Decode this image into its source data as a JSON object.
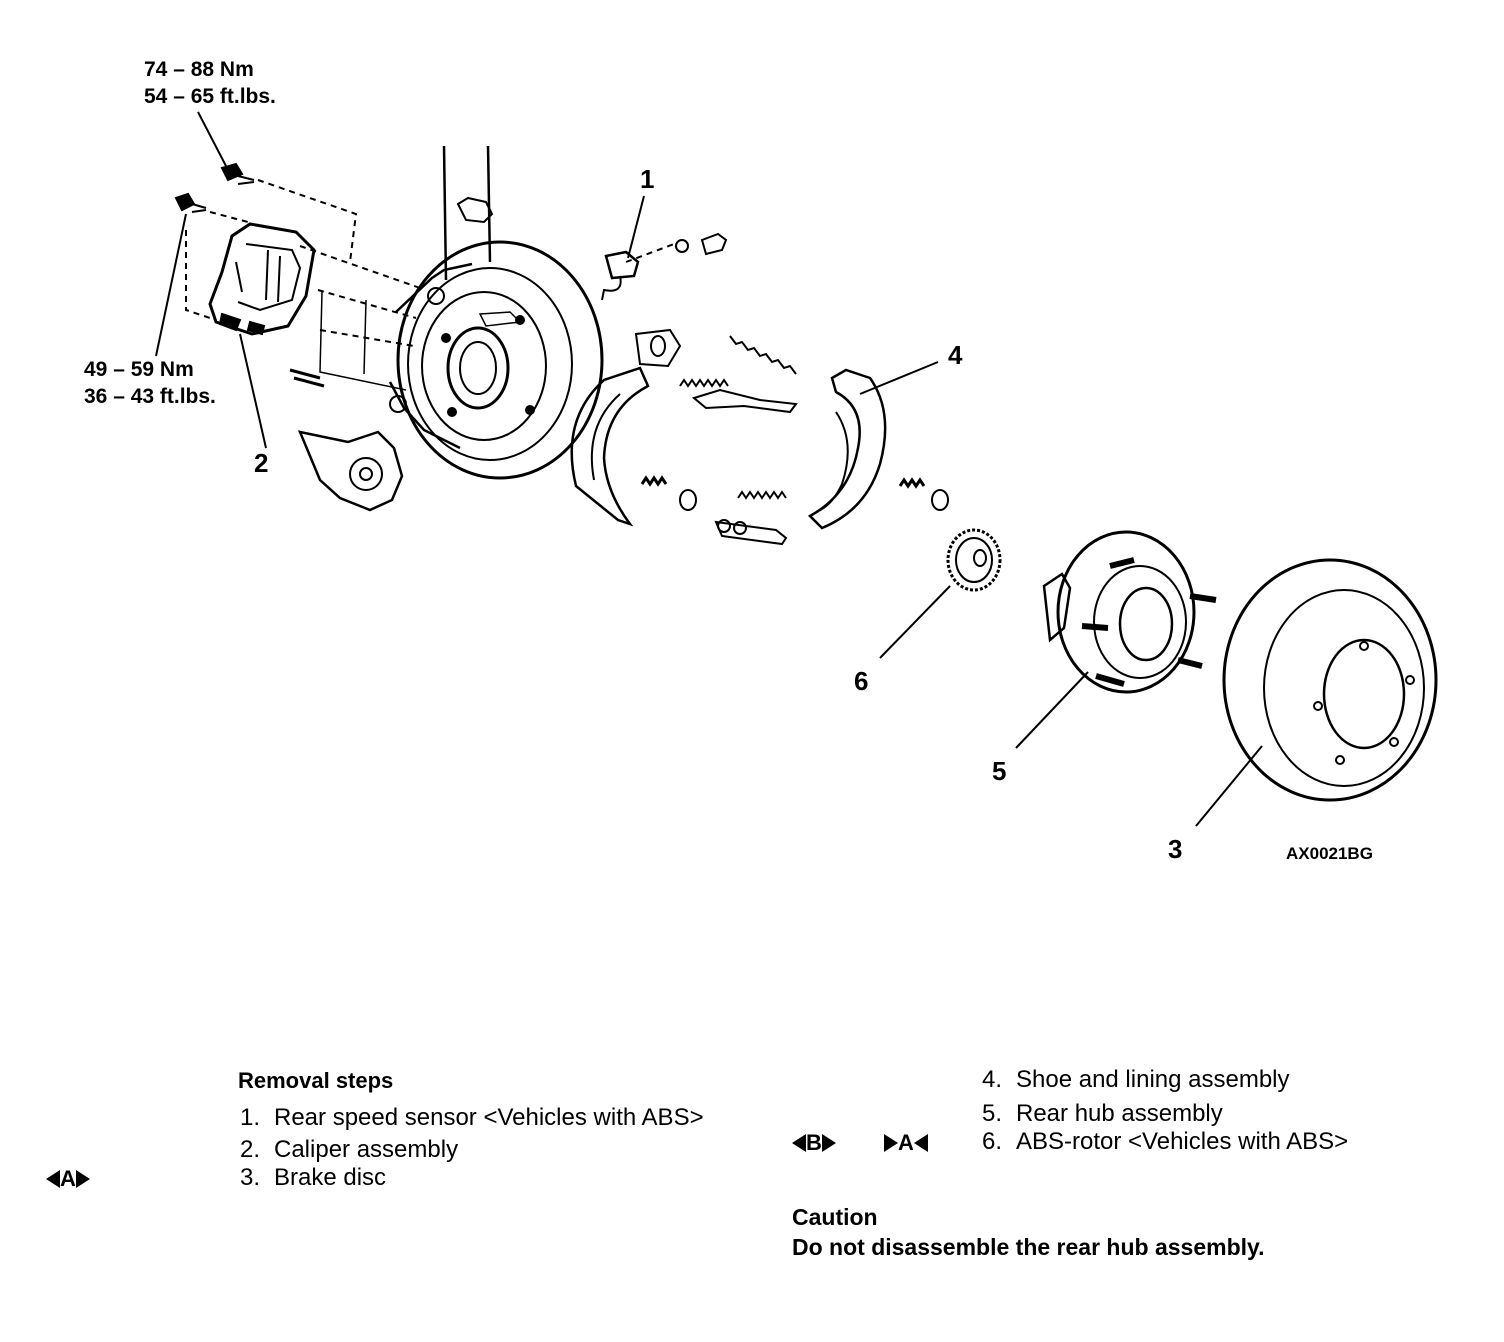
{
  "torque_labels": {
    "upper": [
      "74 – 88 Nm",
      "54 – 65 ft.lbs."
    ],
    "lower": [
      "49 – 59 Nm",
      "36 – 43 ft.lbs."
    ]
  },
  "callouts": [
    "1",
    "2",
    "3",
    "4",
    "5",
    "6"
  ],
  "figure_code": "AX0021BG",
  "removal": {
    "title": "Removal steps",
    "steps": [
      {
        "num": "1.",
        "text": "Rear speed sensor <Vehicles with ABS>"
      },
      {
        "num": "2.",
        "text": "Caliper assembly"
      },
      {
        "num": "3.",
        "text": "Brake disc"
      },
      {
        "num": "4.",
        "text": "Shoe and lining assembly"
      },
      {
        "num": "5.",
        "text": "Rear hub assembly"
      },
      {
        "num": "6.",
        "text": "ABS-rotor <Vehicles with ABS>"
      }
    ],
    "markers": {
      "caliper": "A",
      "abs_rotor_removal": "B",
      "abs_rotor_install": "A"
    }
  },
  "caution": {
    "title": "Caution",
    "text": "Do not disassemble the rear hub assembly."
  }
}
